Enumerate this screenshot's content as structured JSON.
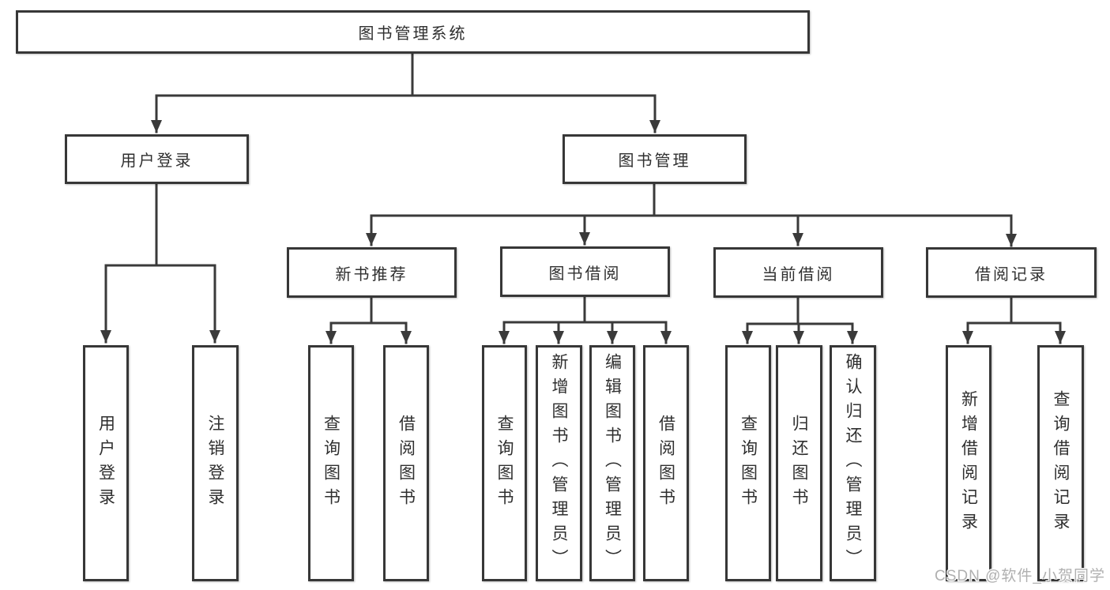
{
  "diagram": {
    "root": {
      "label": "图书管理系统"
    },
    "level1": [
      {
        "label": "用户登录"
      },
      {
        "label": "图书管理"
      }
    ],
    "level2": [
      {
        "label": "新书推荐"
      },
      {
        "label": "图书借阅"
      },
      {
        "label": "当前借阅"
      },
      {
        "label": "借阅记录"
      }
    ],
    "leaves": [
      {
        "label": "用户登录"
      },
      {
        "label": "注销登录"
      },
      {
        "label": "查询图书"
      },
      {
        "label": "借阅图书"
      },
      {
        "label": "查询图书"
      },
      {
        "label": "新增图书（管理员）"
      },
      {
        "label": "编辑图书（管理员）"
      },
      {
        "label": "借阅图书"
      },
      {
        "label": "查询图书"
      },
      {
        "label": "归还图书"
      },
      {
        "label": "确认归还（管理员）"
      },
      {
        "label": "新增借阅记录"
      },
      {
        "label": "查询借阅记录"
      }
    ],
    "colors": {
      "line": "#3a3a3a",
      "box_border": "#373737",
      "box_fill": "#ffffff",
      "text": "#2f2f2f"
    }
  },
  "watermark": {
    "text": "CSDN @软件_小贺同学",
    "color": "#b0b0b0"
  }
}
